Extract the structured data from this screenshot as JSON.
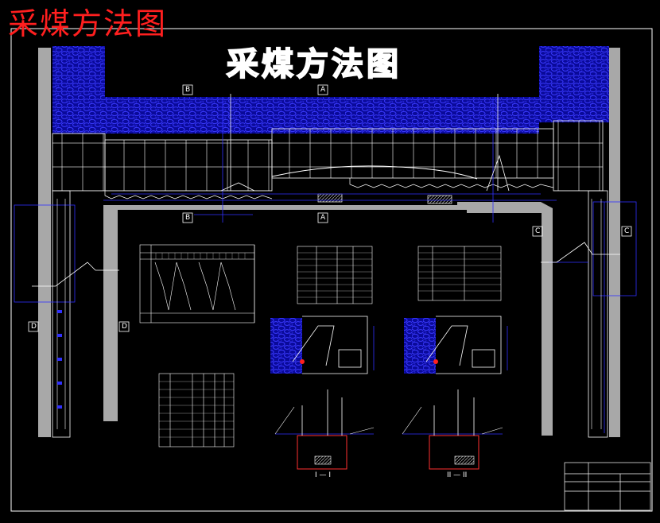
{
  "overlay_title": "采煤方法图",
  "drawing_title": "采煤方法图",
  "section_markers": {
    "top_left": "B",
    "top_center": "A",
    "mid_left": "B",
    "mid_center": "A",
    "right_outer": "C",
    "right_inner": "C",
    "left_outer": "D",
    "left_inner": "D"
  },
  "detail_labels": {
    "left_section": "I — I",
    "right_section": "II — II"
  },
  "colors": {
    "background": "#000000",
    "coal_seam": "#1515c8",
    "roadway": "#b0b0b0",
    "line": "#ffffff",
    "dimension": "#3030ff",
    "overlay_title": "#ff1f1f"
  }
}
